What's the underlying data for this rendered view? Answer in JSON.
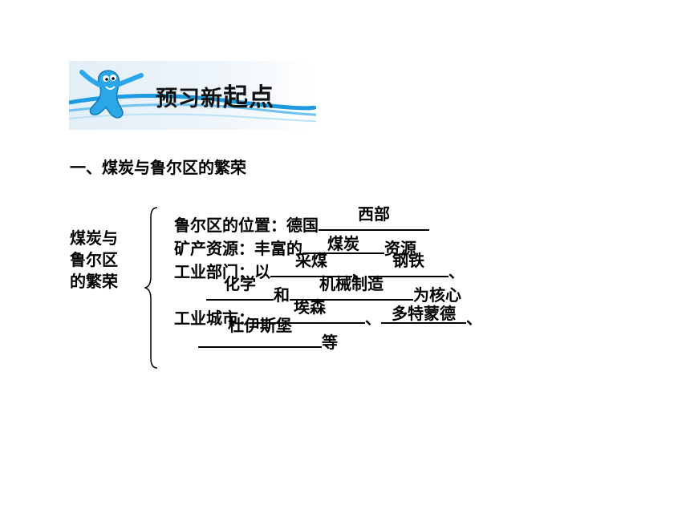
{
  "banner": {
    "title_part1": "预习新",
    "title_part2": "起点"
  },
  "section": {
    "heading": "一、煤炭与鲁尔区的繁荣"
  },
  "side_label": {
    "lines": [
      "煤炭与",
      "鲁尔区",
      "的繁荣"
    ]
  },
  "items": {
    "location_prefix": "鲁尔区的位置：德国",
    "location_answer": "西部",
    "resource_prefix": "矿产资源：丰富的",
    "resource_answer": "煤炭",
    "resource_suffix": "资源",
    "industry_prefix": "工业部门：以",
    "industry_answer1": "采煤",
    "sep1": "、",
    "industry_answer2": "钢铁",
    "sep2": "、",
    "industry_answer3": "化学",
    "and": "和",
    "industry_answer4": "机械制造",
    "industry_suffix": "为核心",
    "city_prefix": "工业城市：",
    "city_answer1": "埃森",
    "sep3": "、",
    "city_answer2": "多特蒙德",
    "sep4": "、",
    "city_answer3": "杜伊斯堡",
    "city_suffix": "等"
  },
  "colors": {
    "banner_wave": "#1e9be0",
    "banner_bg": "#e9f2f8",
    "mascot": "#2aa7e6"
  }
}
